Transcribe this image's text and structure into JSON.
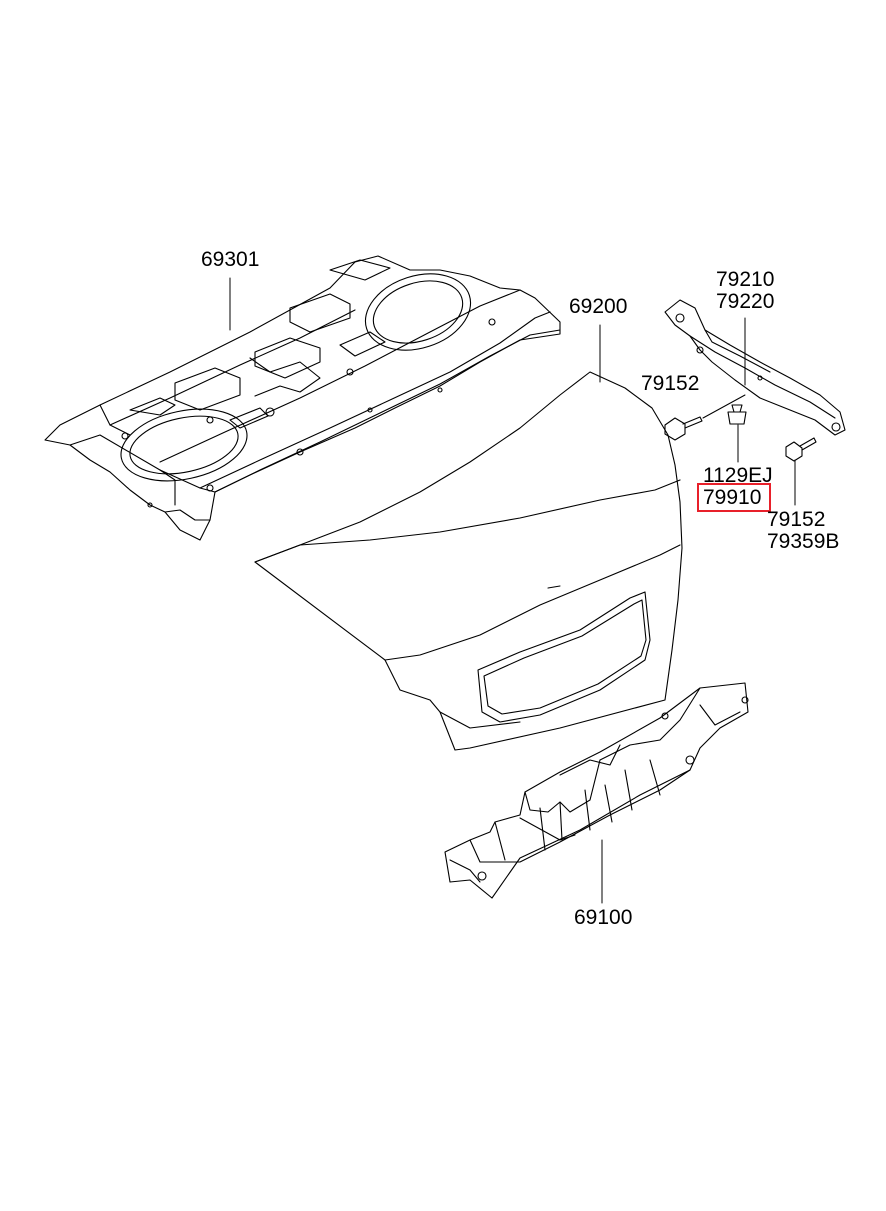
{
  "labels": {
    "p69301": "69301",
    "p69200": "69200",
    "p79210": "79210",
    "p79220": "79220",
    "p79152a": "79152",
    "p1129ej": "1129EJ",
    "p79910": "79910",
    "p79152b": "79152",
    "p79359b": "79359B",
    "p69100": "69100"
  },
  "highlight": {
    "part": "79910",
    "color": "#e8202a"
  }
}
